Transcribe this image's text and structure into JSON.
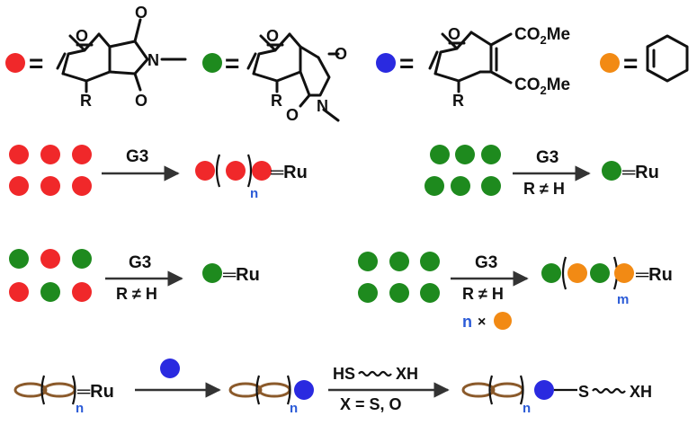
{
  "colors": {
    "red": "#f0282a",
    "green": "#1e8a1e",
    "blue": "#2a2ae0",
    "orange": "#f28a14",
    "brown": "#8b5a2b",
    "index_blue": "#2b5bd7"
  },
  "legend": {
    "equals": "=",
    "oxygen": "O",
    "nitrogen": "N",
    "r_group": "R",
    "co2me": "CO",
    "co2me_sub": "2",
    "co2me_tail": "Me"
  },
  "labels": {
    "catalyst": "G3",
    "condition": "R ≠ H",
    "ru": "═Ru",
    "n": "n",
    "m": "m",
    "times": "×",
    "thiol_pre": "HS",
    "thiol_post": "XH",
    "x_condition": "X = S, O",
    "s_atom": "S",
    "xh": "XH"
  }
}
